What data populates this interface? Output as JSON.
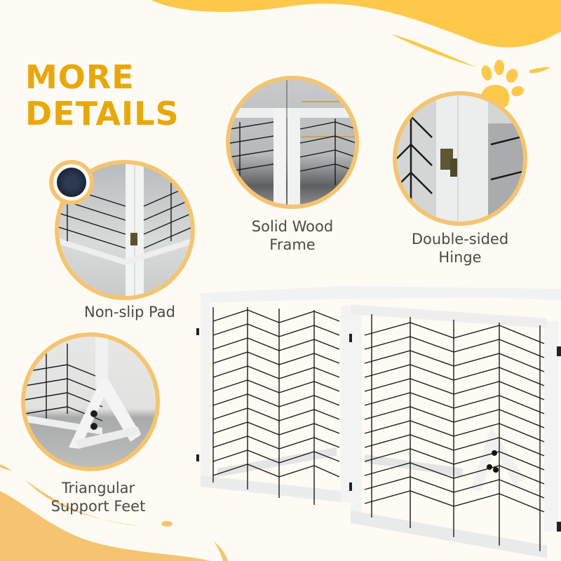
{
  "header": {
    "title_line1": "MORE",
    "title_line2": "DETAILS"
  },
  "features": [
    {
      "label": "Non-slip Pad",
      "icon": "non-slip-pad-detail"
    },
    {
      "label_line1": "Solid Wood",
      "label_line2": "Frame",
      "icon": "wood-frame-detail"
    },
    {
      "label_line1": "Double-sided",
      "label_line2": "Hinge",
      "icon": "hinge-detail"
    },
    {
      "label_line1": "Triangular",
      "label_line2": "Support Feet",
      "icon": "support-feet-detail"
    }
  ],
  "colors": {
    "background": "#fdfbf3",
    "accent_yellow": "#fec84a",
    "title_gold": "#e8a80c",
    "circle_border": "#f4c470",
    "caption_text": "#4a4a48"
  },
  "decor": {
    "paw_icon": "paw-print-icon"
  }
}
